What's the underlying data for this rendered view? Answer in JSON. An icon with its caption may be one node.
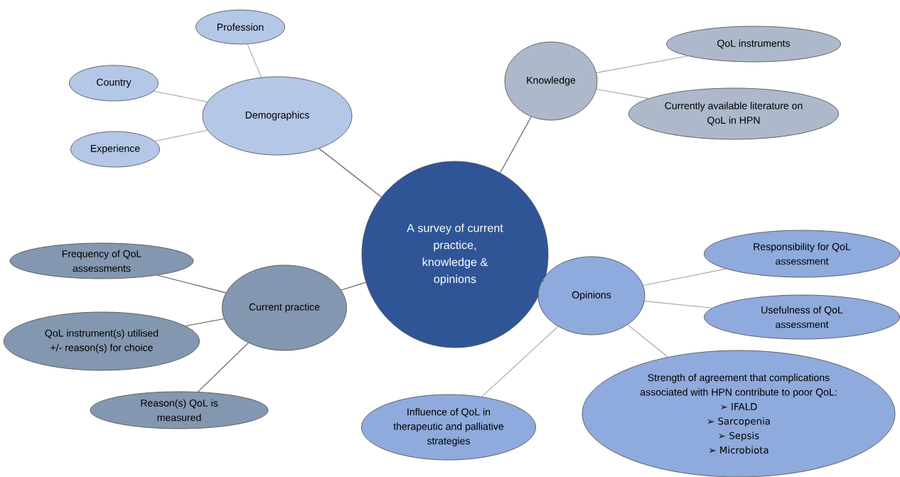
{
  "diagram": {
    "nodes": [
      {
        "text": [
          "A survey of current practice, knowledge & opinions"
        ]
      },
      {
        "text": [
          "Demographics"
        ]
      },
      {
        "text": [
          "Profession"
        ]
      },
      {
        "text": [
          "Country"
        ]
      },
      {
        "text": [
          "Experience"
        ]
      },
      {
        "text": [
          "Knowledge"
        ]
      },
      {
        "text": [
          "QoL instruments"
        ]
      },
      {
        "text": [
          "Currently available literature on QoL in HPN"
        ]
      },
      {
        "text": [
          "Current practice"
        ]
      },
      {
        "text": [
          "Frequency of QoL assessments"
        ]
      },
      {
        "text": [
          "QoL instrument(s) utilised +/- reason(s) for choice"
        ]
      },
      {
        "text": [
          "Reason(s) QoL is measured"
        ]
      },
      {
        "text": [
          "Opinions"
        ]
      },
      {
        "text": [
          "Responsibility for QoL assessment"
        ]
      },
      {
        "text": [
          "Usefulness of QoL assessment"
        ]
      },
      {
        "text": [
          "Influence of QoL in therapeutic and palliative strategies"
        ]
      },
      {
        "text": [
          "Strength of agreement that complications associated with HPN contribute to poor QoL:",
          "➢ IFALD",
          "➢ Sarcopenia",
          "➢ Sepsis",
          "➢ Microbiota"
        ]
      }
    ],
    "edges": [
      {
        "from": 0,
        "to": 1,
        "arrow": "none",
        "color": "#595959"
      },
      {
        "from": 0,
        "to": 5,
        "arrow": "none",
        "color": "#595959"
      },
      {
        "from": 0,
        "to": 8,
        "arrow": "none",
        "color": "#595959"
      },
      {
        "from": 0,
        "to": 12,
        "arrow": "none",
        "color": "#595959"
      },
      {
        "from": 1,
        "to": 2,
        "arrow": "none"
      },
      {
        "from": 1,
        "to": 3,
        "arrow": "none"
      },
      {
        "from": 1,
        "to": 4,
        "arrow": "none"
      },
      {
        "from": 5,
        "to": 6,
        "arrow": "none"
      },
      {
        "from": 5,
        "to": 7,
        "arrow": "none"
      },
      {
        "from": 8,
        "to": 9,
        "arrow": "none",
        "color": "#595959"
      },
      {
        "from": 8,
        "to": 10,
        "arrow": "none",
        "color": "#595959"
      },
      {
        "from": 8,
        "to": 11,
        "arrow": "none",
        "color": "#595959"
      },
      {
        "from": 12,
        "to": 13,
        "arrow": "none"
      },
      {
        "from": 12,
        "to": 14,
        "arrow": "none"
      },
      {
        "from": 12,
        "to": 15,
        "arrow": "none"
      },
      {
        "from": 12,
        "to": 16,
        "arrow": "none"
      }
    ]
  }
}
